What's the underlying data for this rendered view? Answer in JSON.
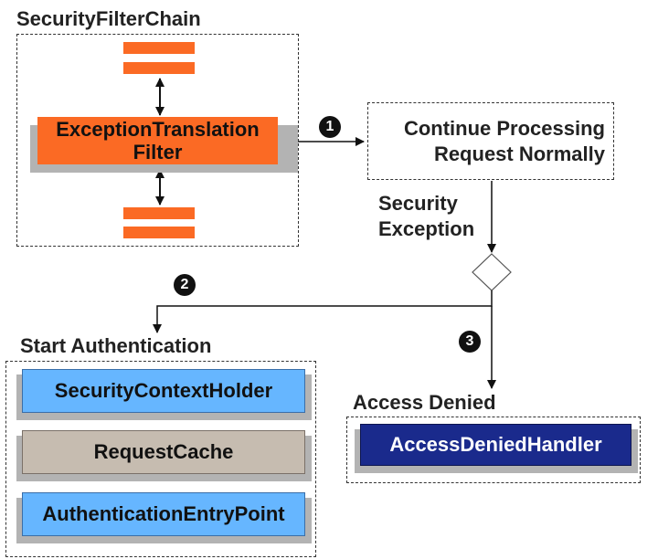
{
  "security_filter_chain": {
    "title": "SecurityFilterChain",
    "filter_label_line1": "ExceptionTranslation",
    "filter_label_line2": "Filter",
    "filter_color": "#fb6a24"
  },
  "continue_processing": {
    "line1": "Continue Processing",
    "line2": "Request Normally"
  },
  "security_exception": {
    "line1": "Security",
    "line2": "Exception"
  },
  "steps": {
    "one": "1",
    "two": "2",
    "three": "3"
  },
  "start_authentication": {
    "title": "Start Authentication",
    "items": [
      {
        "label": "SecurityContextHolder",
        "color": "#66b6ff"
      },
      {
        "label": "RequestCache",
        "color": "#c6bcb0"
      },
      {
        "label": "AuthenticationEntryPoint",
        "color": "#66b6ff"
      }
    ]
  },
  "access_denied": {
    "title": "Access Denied",
    "handler_label": "AccessDeniedHandler",
    "handler_color": "#1a2a8c"
  }
}
